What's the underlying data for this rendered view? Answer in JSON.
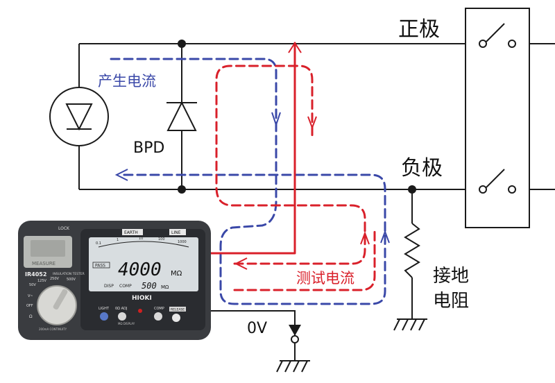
{
  "labels": {
    "positive": "正极",
    "negative": "负极",
    "generated_current": "产生电流",
    "bpd": "BPD",
    "test_current": "测试电流",
    "grounding_line1": "接地",
    "grounding_line2": "电阻",
    "zero_volt": "0V"
  },
  "meter": {
    "brand": "HIOKI",
    "model": "IR4052",
    "model_sub": "INSULATION TESTER",
    "lock": "LOCK",
    "measure": "MEASURE",
    "earth": "EARTH",
    "line": "LINE",
    "display_value": "4000",
    "display_unit": "MΩ",
    "display_sub_value": "500",
    "display_sub_unit": "MΩ",
    "pass": "PASS",
    "disp": "DISP",
    "comp": "COMP",
    "scale_ticks": [
      "0.1",
      "1",
      "10",
      "100",
      "1000"
    ],
    "range_labels": [
      "50V",
      "125V",
      "250V",
      "V~",
      "OFF",
      "Ω"
    ],
    "range_extra": "500V",
    "button_light": "LIGHT",
    "button_adj": "0Ω ADJ",
    "button_comp": "COMP",
    "button_release": "RELEASE",
    "caption_display": "MΩ DISPLAY",
    "caption_continuity": "200mA CONTINUITY"
  },
  "colors": {
    "wire": "#1a1a1a",
    "test_current": "#d9202a",
    "generated_current": "#3a48a8",
    "meter_body": "#3a3c40",
    "meter_panel": "#2a2c30",
    "lcd": "#d8dde0"
  },
  "icons": {
    "diode_symbol": "diode-icon",
    "switch_symbol": "switch-icon",
    "resistor_symbol": "zigzag-resistor-icon",
    "ground_symbol": "ground-icon"
  }
}
